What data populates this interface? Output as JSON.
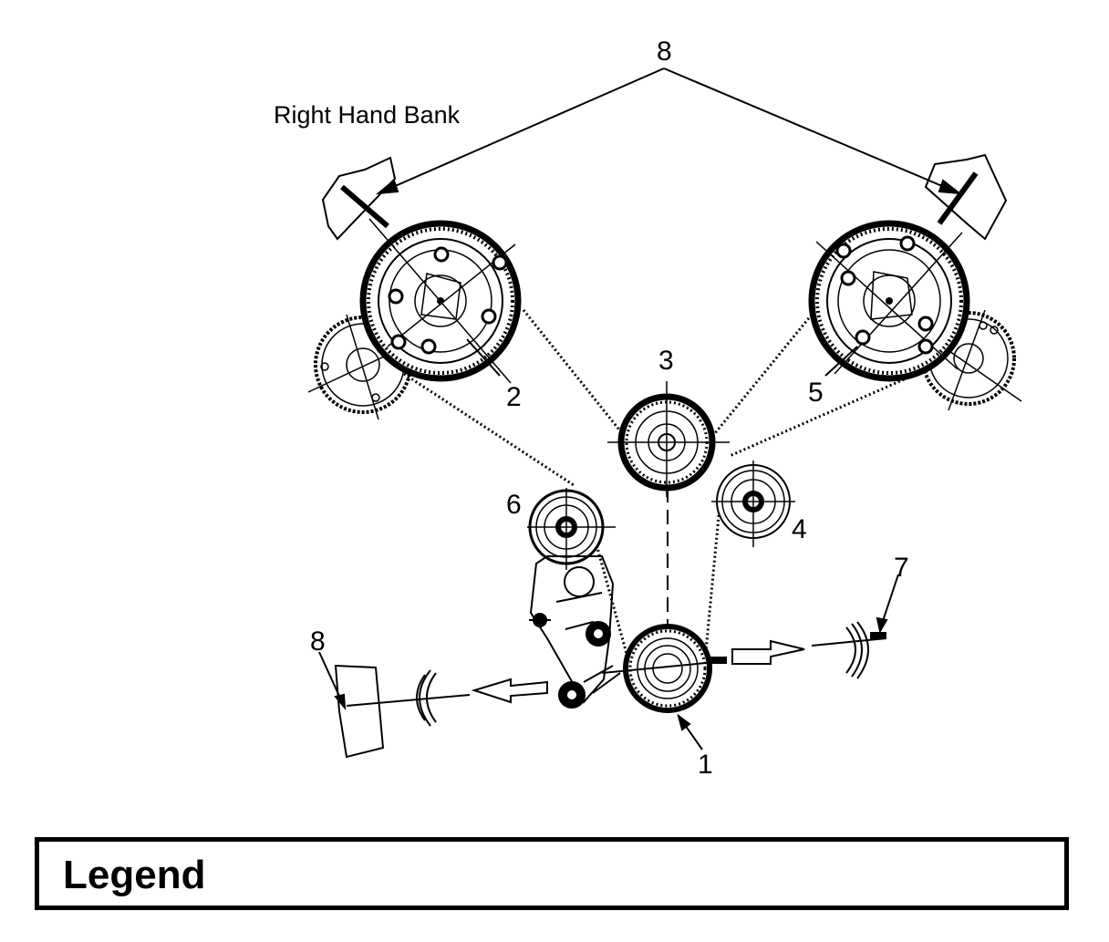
{
  "diagram": {
    "bank_label": "Right Hand Bank",
    "callouts": {
      "c1": "1",
      "c2": "2",
      "c3": "3",
      "c4": "4",
      "c5": "5",
      "c6": "6",
      "c7": "7",
      "c8_top": "8",
      "c8_left": "8"
    }
  },
  "legend": {
    "title": "Legend"
  }
}
